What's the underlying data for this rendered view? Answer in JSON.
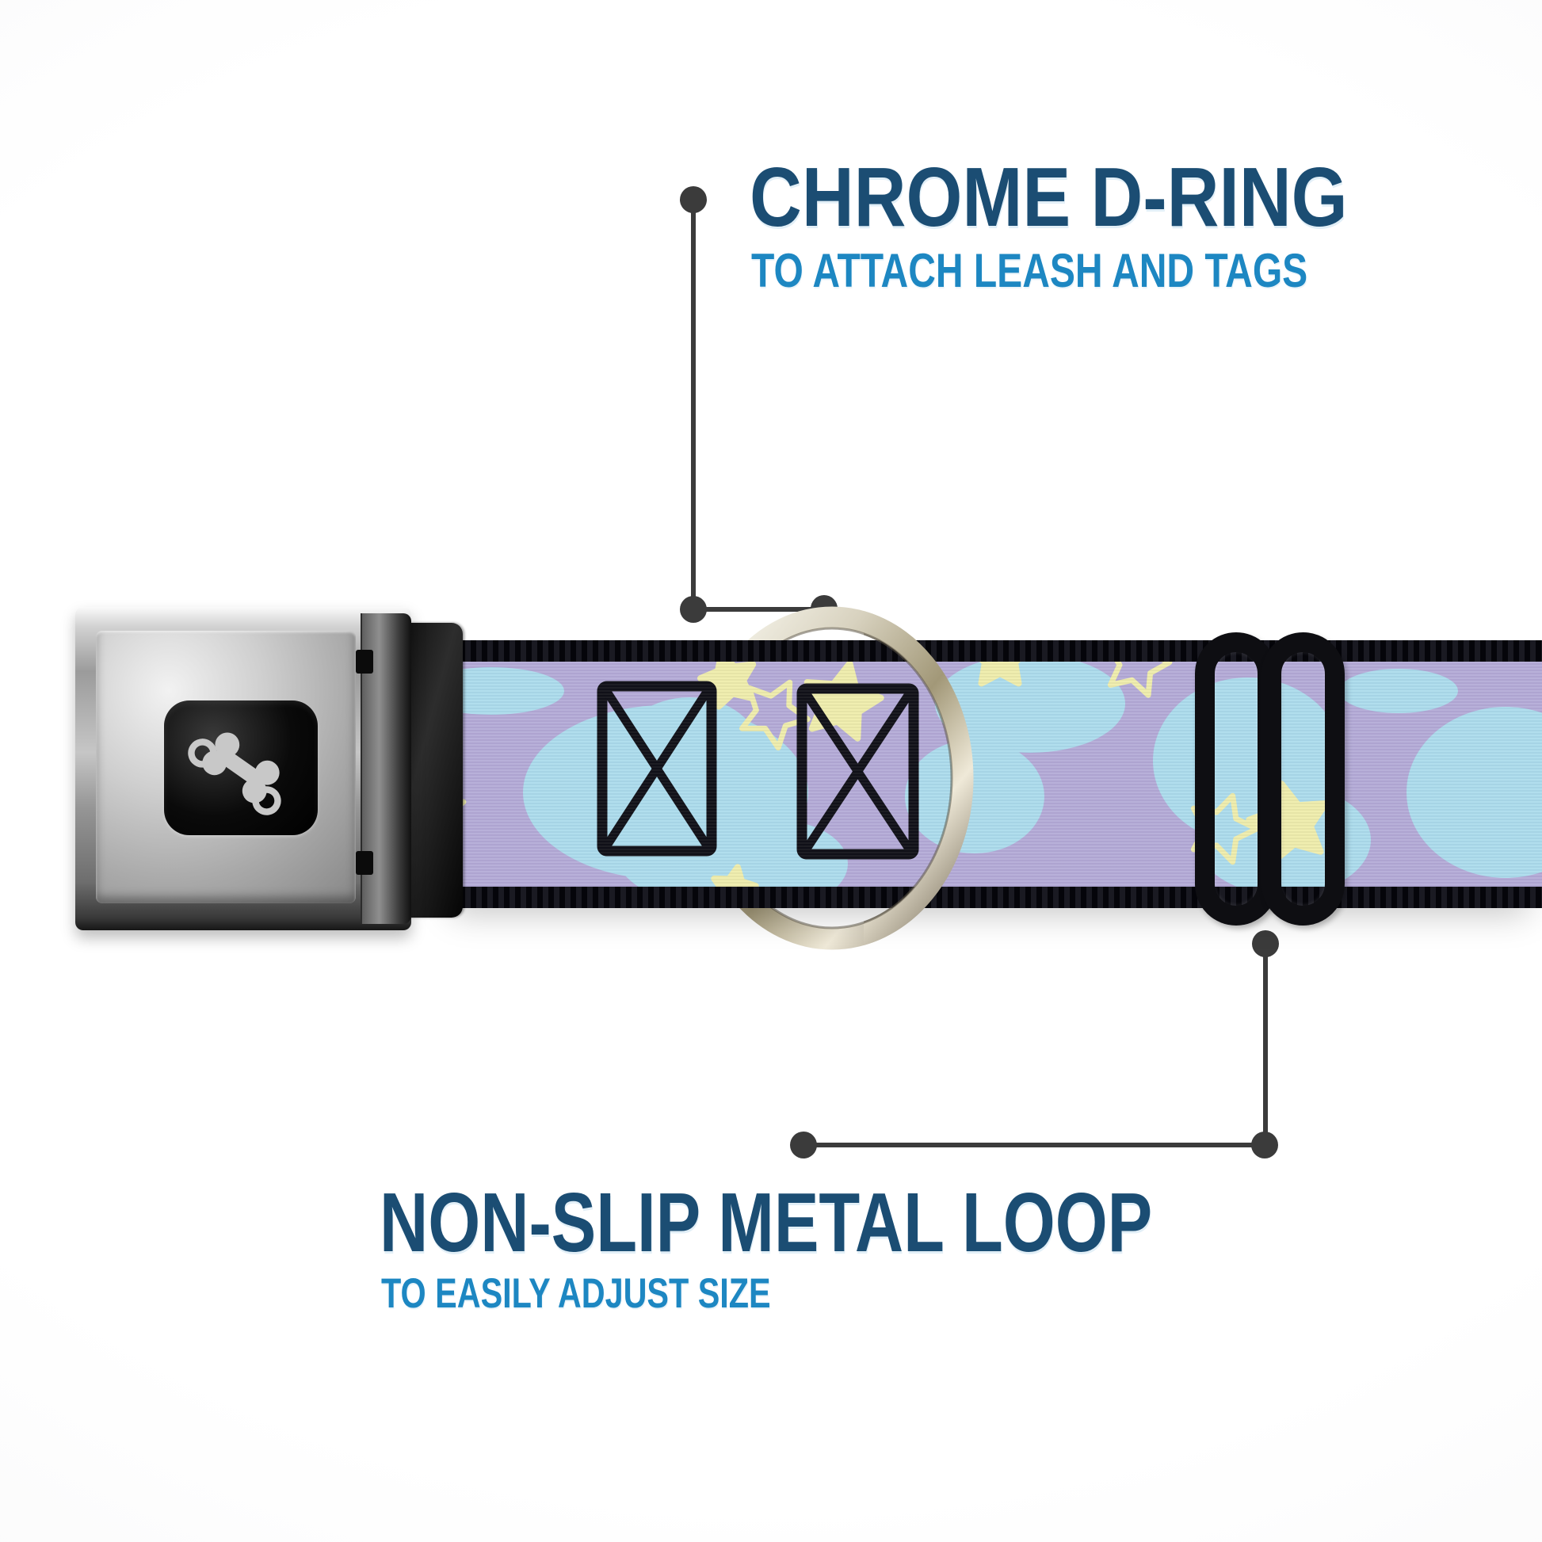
{
  "annotations": {
    "top": {
      "title": "CHROME D-RING",
      "subtitle": "TO ATTACH LEASH AND TAGS"
    },
    "bottom": {
      "title": "NON-SLIP METAL LOOP",
      "subtitle": "TO EASILY ADJUST SIZE"
    },
    "title_color": "#1b4d73",
    "subtitle_color": "#1d87c2",
    "callout_color": "#3b3b3b"
  },
  "collar": {
    "buckle_icon": "dog-bone-icon",
    "hardware_colors": {
      "buckle": "#b9b9b9",
      "d_ring": "#cfc7b2",
      "slider": "#0e0e12"
    },
    "strap_pattern_colors": {
      "base": "#b3aad6",
      "cloud": "#abdcec",
      "star": "#efedaa",
      "edge": "#0a0a10",
      "stitching": "#0c0c12"
    },
    "bone_icon_color": "#c8c8c8"
  }
}
